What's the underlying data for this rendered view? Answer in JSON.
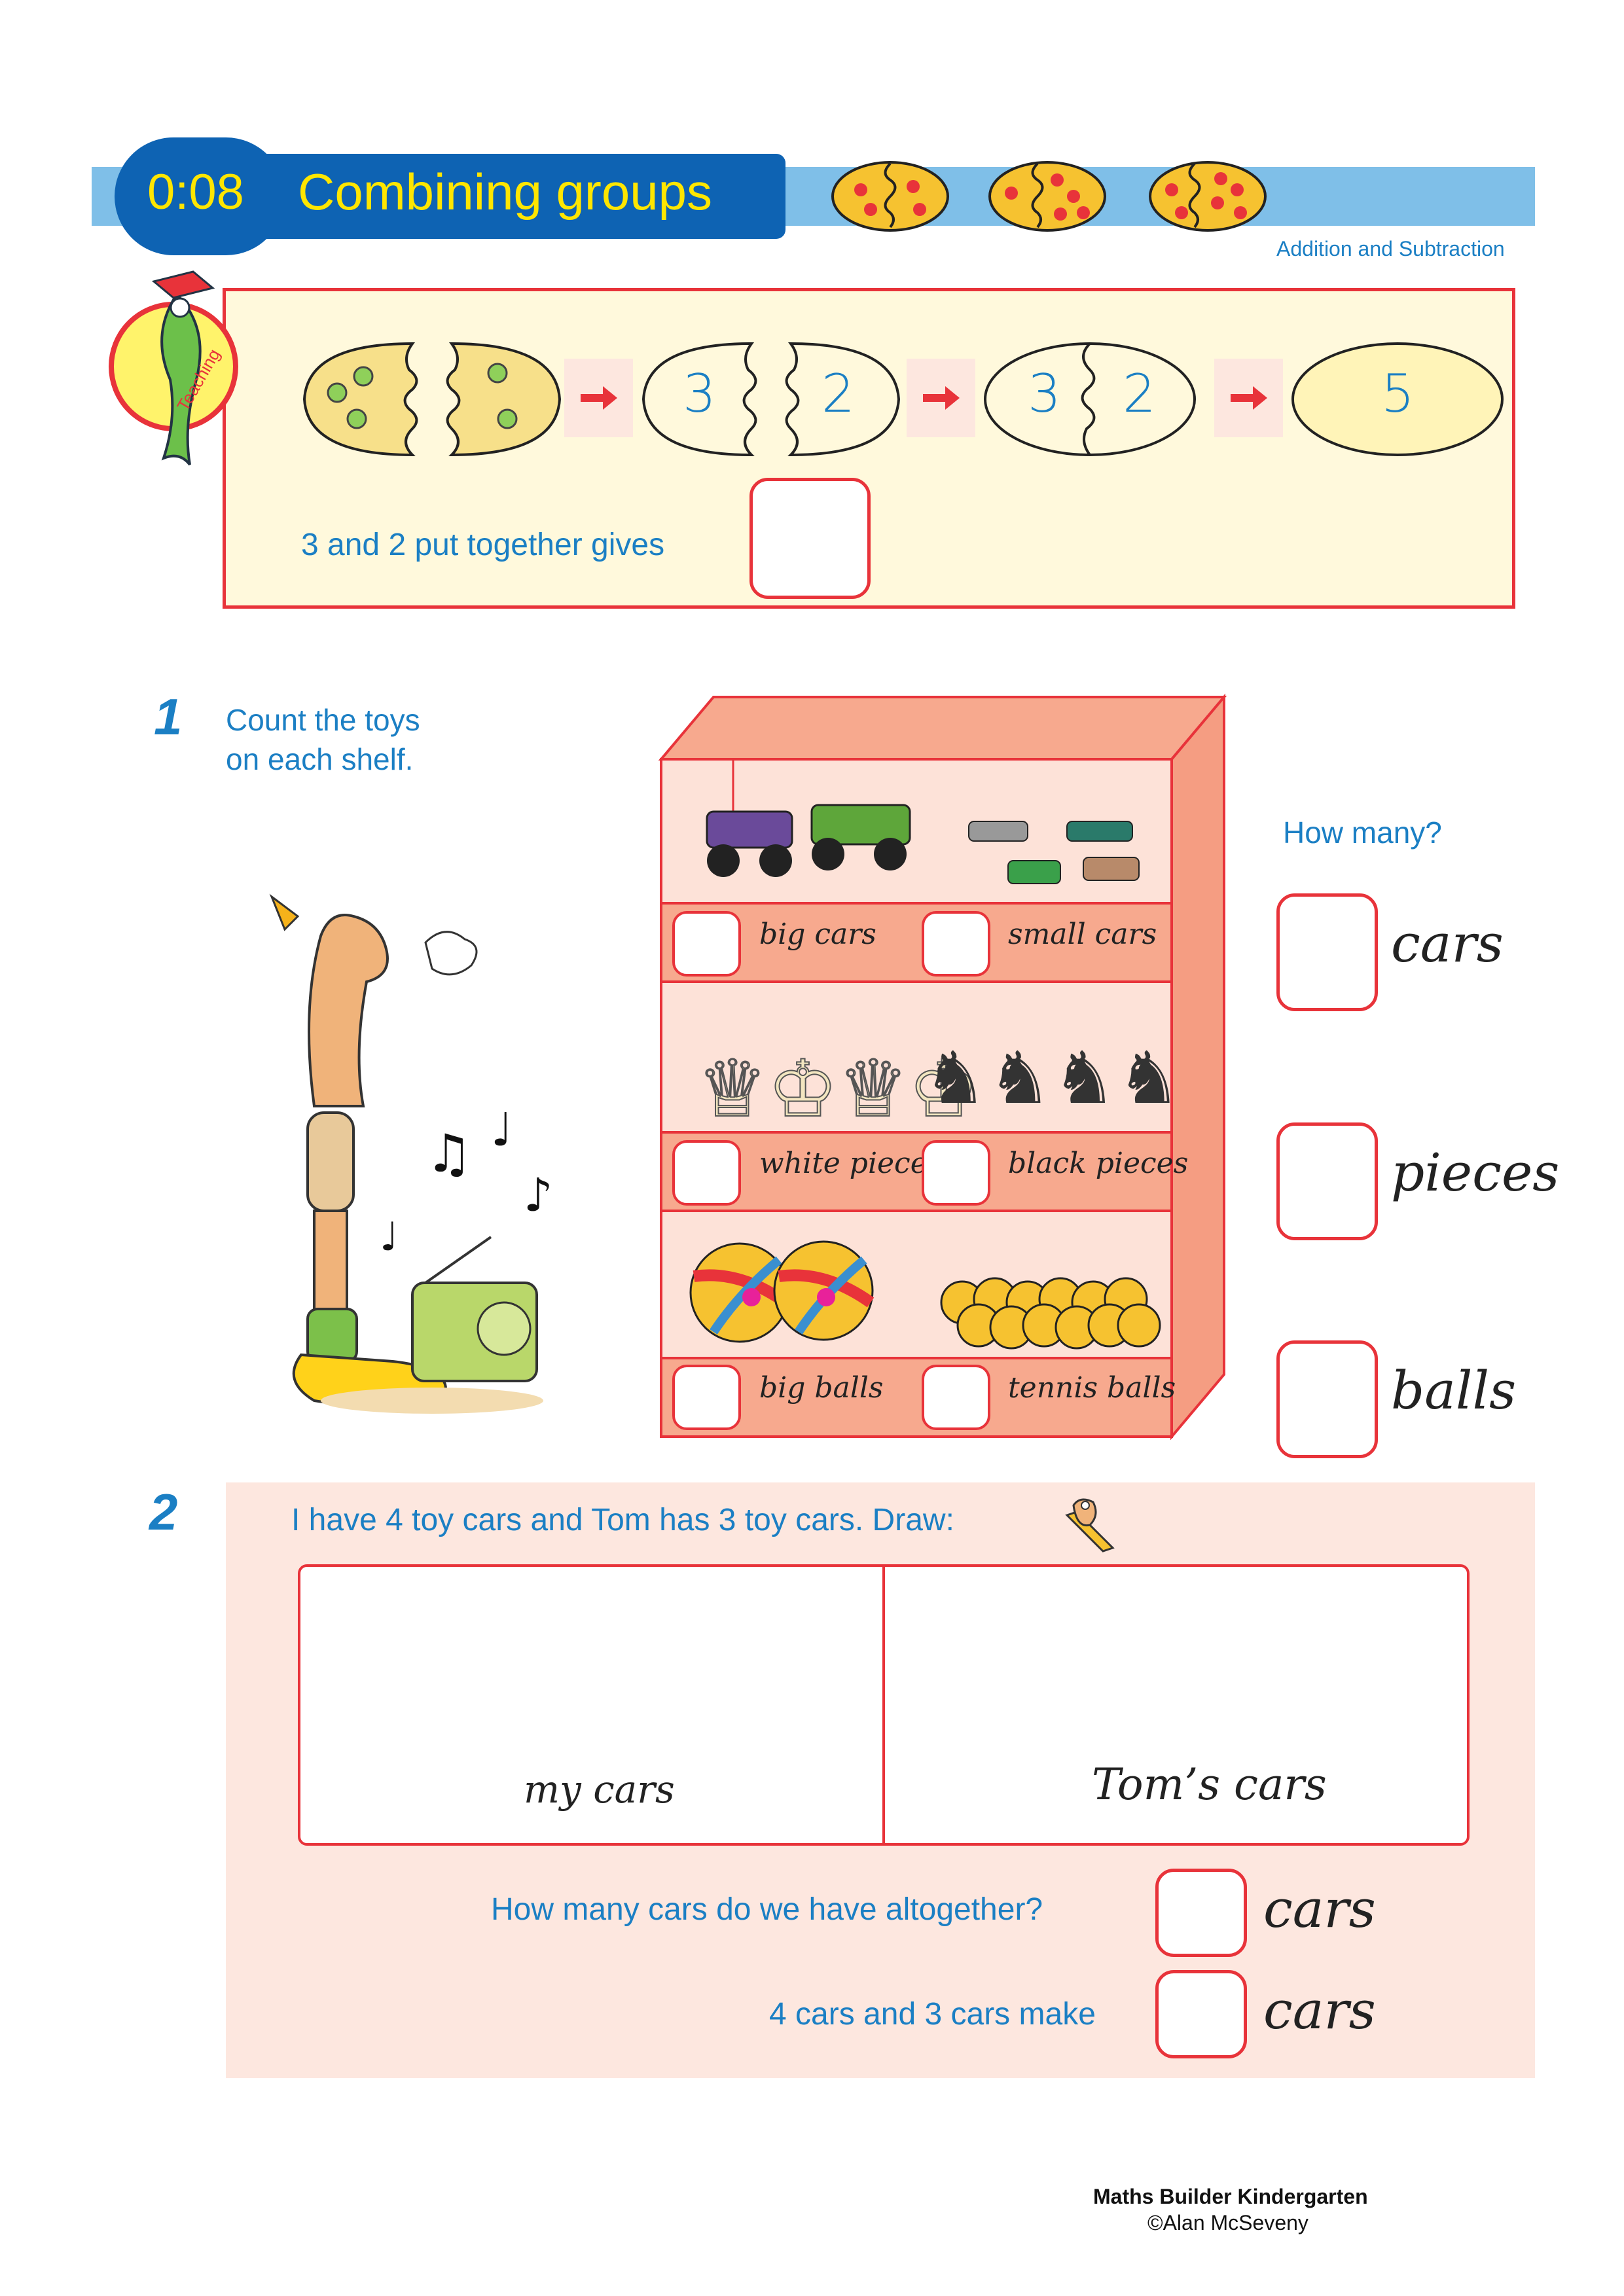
{
  "header": {
    "lesson_number": "0:08",
    "title": "Combining groups",
    "strand": "Addition and Subtraction"
  },
  "teaching": {
    "badge_label": "Teaching",
    "step_numbers": {
      "a_left": "3",
      "a_right": "2",
      "b_left": "3",
      "b_right": "2",
      "total": "5"
    },
    "prompt": "3 and 2 put together gives"
  },
  "q1": {
    "number": "1",
    "instruction_line1": "Count the toys",
    "instruction_line2": "on each shelf.",
    "how_many": "How many?",
    "shelves": [
      {
        "left_label": "big cars",
        "right_label": "small cars",
        "unit": "cars"
      },
      {
        "left_label": "white pieces",
        "right_label": "black pieces",
        "unit": "pieces"
      },
      {
        "left_label": "big balls",
        "right_label": "tennis balls",
        "unit": "balls"
      }
    ]
  },
  "q2": {
    "number": "2",
    "instruction": "I have 4 toy cars and Tom has 3 toy cars. Draw:",
    "left_caption": "my cars",
    "right_caption": "Tom’s cars",
    "question": "How many cars do we have altogether?",
    "unit1": "cars",
    "statement": "4 cars and 3 cars make",
    "unit2": "cars"
  },
  "footer": {
    "book": "Maths Builder Kindergarten",
    "copyright": "©Alan McSeveny"
  },
  "colors": {
    "accent_blue": "#1b7fc4",
    "title_blue": "#0e63b3",
    "band_blue": "#7fbfe8",
    "red": "#e8333a",
    "title_yellow": "#ffe600",
    "peach": "#fde7df"
  }
}
